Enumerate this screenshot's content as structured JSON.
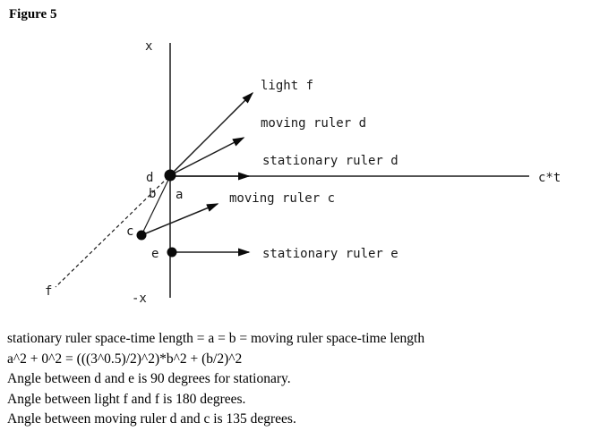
{
  "figure": {
    "title": "Figure 5"
  },
  "diagram": {
    "axes": {
      "x_top_label": "x",
      "x_bottom_label": "-x",
      "ct_label": "c*t"
    },
    "rays": {
      "light_f_label": "light f",
      "moving_ruler_d_label": "moving ruler d",
      "stationary_ruler_d_label": "stationary ruler d",
      "moving_ruler_c_label": "moving ruler c",
      "stationary_ruler_e_label": "stationary ruler e"
    },
    "points": {
      "d_label": "d",
      "b_label": "b",
      "a_label": "a",
      "c_label": "c",
      "e_label": "e",
      "f_label": "f"
    }
  },
  "notes": [
    "stationary ruler space-time length = a = b = moving ruler space-time length",
    "a^2 + 0^2 = (((3^0.5)/2)^2)*b^2 + (b/2)^2",
    "Angle between d and e is 90 degrees for stationary.",
    "Angle between light f and f is 180 degrees.",
    "Angle between moving ruler d and c is 135 degrees."
  ]
}
